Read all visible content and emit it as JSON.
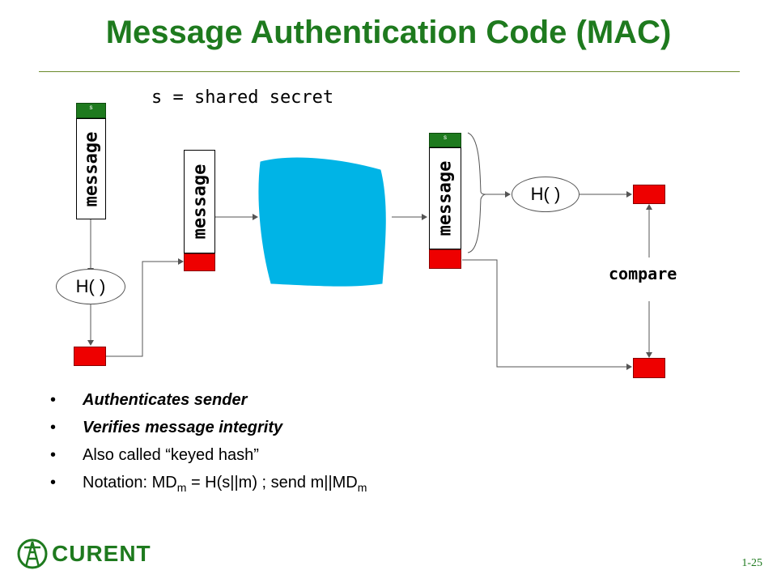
{
  "slide": {
    "title": "Message Authentication Code (MAC)",
    "subtitle": "s = shared secret",
    "page_number": "1-25"
  },
  "diagram": {
    "message_label": "message",
    "secret_label": "s",
    "hash_label": "H( )",
    "compare_label": "compare"
  },
  "bullets": [
    {
      "text": "Authenticates sender",
      "style": "bold-italic"
    },
    {
      "text": "Verifies message integrity",
      "style": "bold-italic"
    },
    {
      "text": "Also called “keyed hash”",
      "style": "normal"
    },
    {
      "text_prefix": "Notation: MD",
      "sub1": "m",
      "text_mid": " = H(s||m) ; send m||MD",
      "sub2": "m",
      "style": "normal"
    }
  ],
  "logo": {
    "text": "CURENT"
  },
  "colors": {
    "title": "#1e7a1e",
    "secret": "#1e7a1e",
    "hash_output": "#ee0000",
    "network": "#00b4e6"
  }
}
